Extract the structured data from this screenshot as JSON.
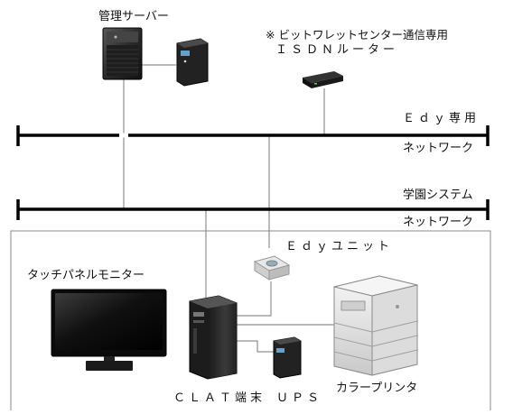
{
  "labels": {
    "server": "管理サーバー",
    "isdn_line1": "※ ビットワレットセンター通信専用",
    "isdn_line2": "ＩＳＤＮルーター",
    "edy_net_line1": "Ｅｄｙ専用",
    "edy_net_line2": "ネットワーク",
    "campus_net_line1": "学園システム",
    "campus_net_line2": "ネットワーク",
    "edy_unit": "Ｅｄｙユニット",
    "touch_panel": "タッチパネルモニター",
    "clat": "ＣＬＡＴ端末",
    "ups": "ＵＰＳ",
    "printer": "カラープリンタ"
  }
}
